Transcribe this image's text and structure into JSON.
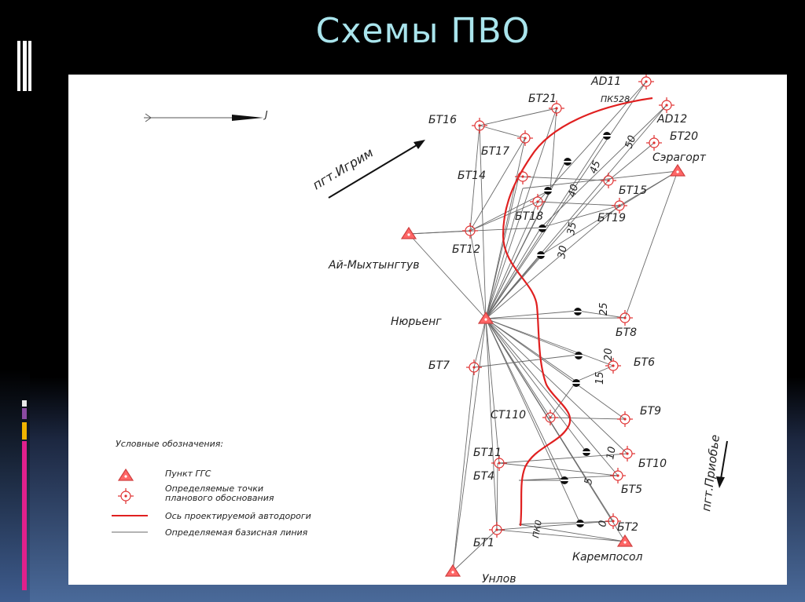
{
  "slide": {
    "title": "Схемы ПВО"
  },
  "colors": {
    "axis": "#e02020",
    "line": "#6a6a6a",
    "ggs_fill": "#ff6666",
    "title": "#a9e4ec"
  },
  "directions": {
    "top_arrow_label": "J",
    "igrim": "пгт.Игрим",
    "priobye": "пгт.Приобье"
  },
  "legend": {
    "title": "Условные обозначения:",
    "ggs": "Пункт ГГС",
    "planned_1": "Определяемые точки",
    "planned_2": "планового обоснования",
    "axis": "Ось проектируемой автодороги",
    "base_line": "Определяемая базисная линия"
  },
  "ggs_points": {
    "nyureng": "Нюрьенг",
    "ay_myhtyngtuv": "Ай-Мыхтынгтув",
    "seragort": "Сэрагорт",
    "karemposol": "Каремпосол",
    "unlov": "Унлов"
  },
  "survey_points": {
    "ad11": "AD11",
    "ad12": "AD12",
    "bt21": "БТ21",
    "bt16": "БТ16",
    "bt17": "БТ17",
    "bt20": "БТ20",
    "bt14": "БТ14",
    "bt15": "БТ15",
    "bt18": "БТ18",
    "bt19": "БТ19",
    "bt12": "БТ12",
    "bt8": "БТ8",
    "bt7": "БТ7",
    "bt6": "БТ6",
    "ct110": "СТ110",
    "bt9": "БТ9",
    "bt11": "БТ11",
    "bt10": "БТ10",
    "bt4": "БТ4",
    "bt5": "БТ5",
    "bt1": "БТ1",
    "bt2": "БТ2"
  },
  "pickets": {
    "pk528": "ПК528",
    "pk0": "ПК0",
    "p0": "0",
    "p5": "5",
    "p10": "10",
    "p15": "15",
    "p20": "20",
    "p25": "25",
    "p30": "30",
    "p35": "35",
    "p40": "40",
    "p45": "45",
    "p50": "50"
  }
}
